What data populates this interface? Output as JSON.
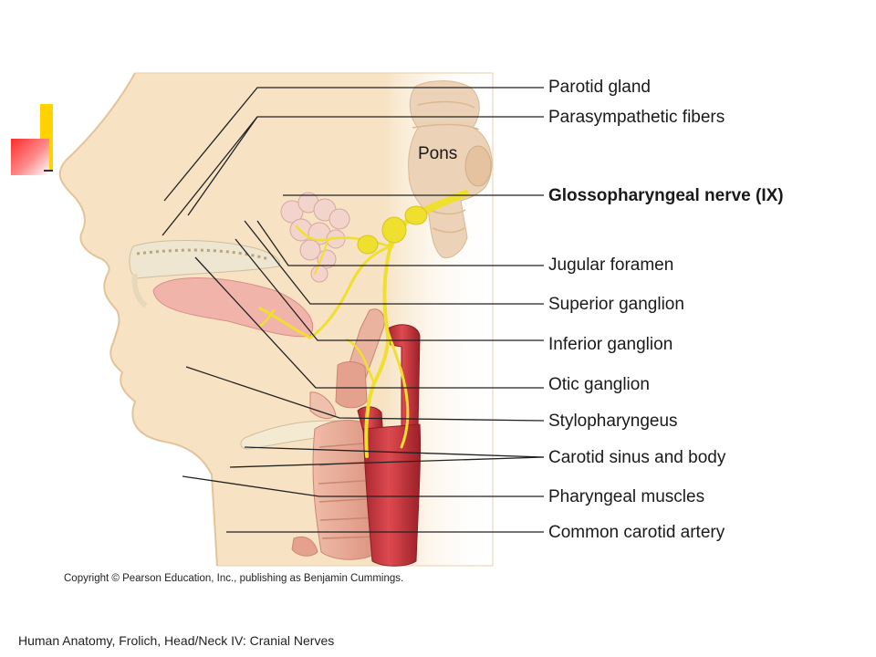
{
  "labels": {
    "parotid_gland": "Parotid gland",
    "parasympathetic_fibers": "Parasympathetic fibers",
    "glossopharyngeal_nerve": "Glossopharyngeal nerve (IX)",
    "jugular_foramen": "Jugular foramen",
    "superior_ganglion": "Superior ganglion",
    "inferior_ganglion": "Inferior ganglion",
    "otic_ganglion": "Otic ganglion",
    "stylopharyngeus": "Stylopharyngeus",
    "carotid_sinus_body": "Carotid sinus and body",
    "pharyngeal_muscles": "Pharyngeal muscles",
    "common_carotid_artery": "Common carotid artery"
  },
  "pons_label": "Pons",
  "copyright": "Copyright © Pearson Education, Inc., publishing as Benjamin Cummings.",
  "footer": "Human Anatomy, Frolich, Head/Neck IV:  Cranial Nerves",
  "colors": {
    "skin": "#f7e3c4",
    "nerve": "#f2e33a",
    "artery": "#c8343c",
    "muscle": "#e8a896",
    "gland": "#f2d4cc",
    "brainstem": "#ecd2b6",
    "accent_yellow": "#ffd200",
    "accent_red": "#ff2a2a"
  }
}
